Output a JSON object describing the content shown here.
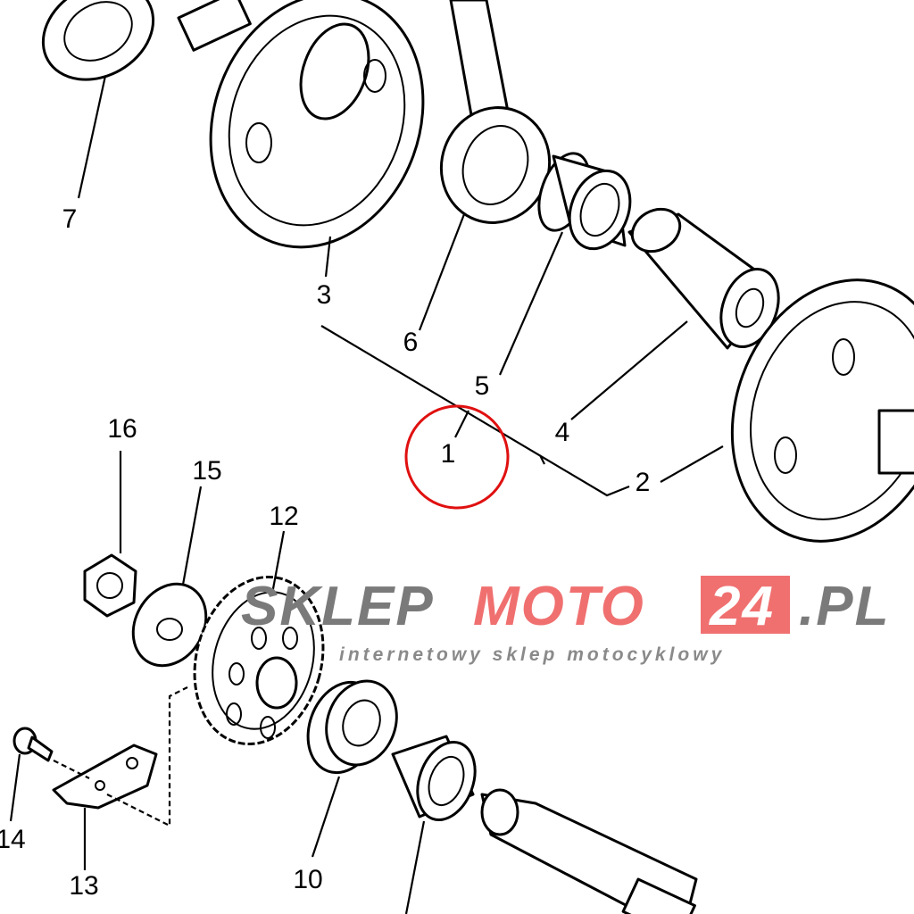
{
  "diagram": {
    "callouts": [
      "1",
      "2",
      "3",
      "4",
      "5",
      "6",
      "7",
      "10",
      "12",
      "13",
      "14",
      "15",
      "16"
    ],
    "highlighted_callout": "1",
    "highlight_color": "#e01010"
  },
  "watermark": {
    "brand_gray": "SKLEP",
    "brand_red": "MOTO",
    "brand_box": "24",
    "brand_suffix": ".PL",
    "tagline": "internetowy sklep motocyklowy",
    "gray": "#7a7a7a",
    "red": "#f07070"
  }
}
